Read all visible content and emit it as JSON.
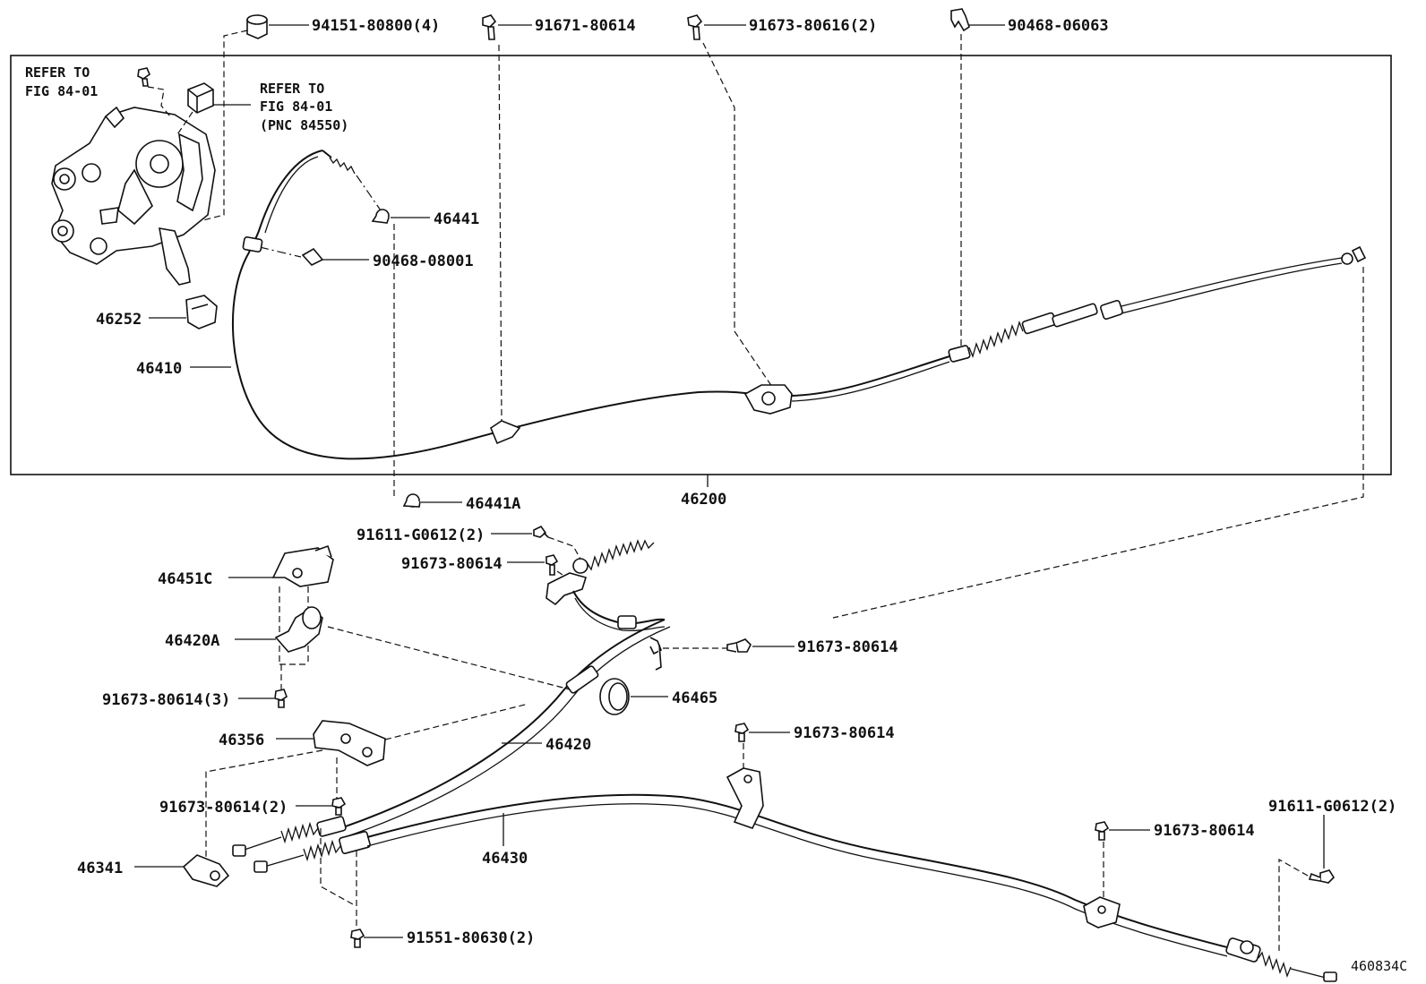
{
  "diagram": {
    "figure_code": "460834C",
    "references": {
      "ref1": [
        "REFER TO",
        "FIG 84-01"
      ],
      "ref2": [
        "REFER TO",
        "FIG 84-01",
        "(PNC 84550)"
      ]
    },
    "parts": {
      "p94151": "94151-80800(4)",
      "p91671": "91671-80614",
      "p91673_616": "91673-80616(2)",
      "p90468_06063": "90468-06063",
      "p46441": "46441",
      "p90468_08001": "90468-08001",
      "p46252": "46252",
      "p46410": "46410",
      "p46441A": "46441A",
      "p46200": "46200",
      "p91611_top": "91611-G0612(2)",
      "p91673_a": "91673-80614",
      "p46451C": "46451C",
      "p46420A": "46420A",
      "p91673_b": "91673-80614",
      "p91673_3": "91673-80614(3)",
      "p46465": "46465",
      "p91673_c": "91673-80614",
      "p46356": "46356",
      "p46420": "46420",
      "p91673_2": "91673-80614(2)",
      "p91611_right": "91611-G0612(2)",
      "p91673_d": "91673-80614",
      "p46341": "46341",
      "p46430": "46430",
      "p91551": "91551-80630(2)"
    }
  }
}
